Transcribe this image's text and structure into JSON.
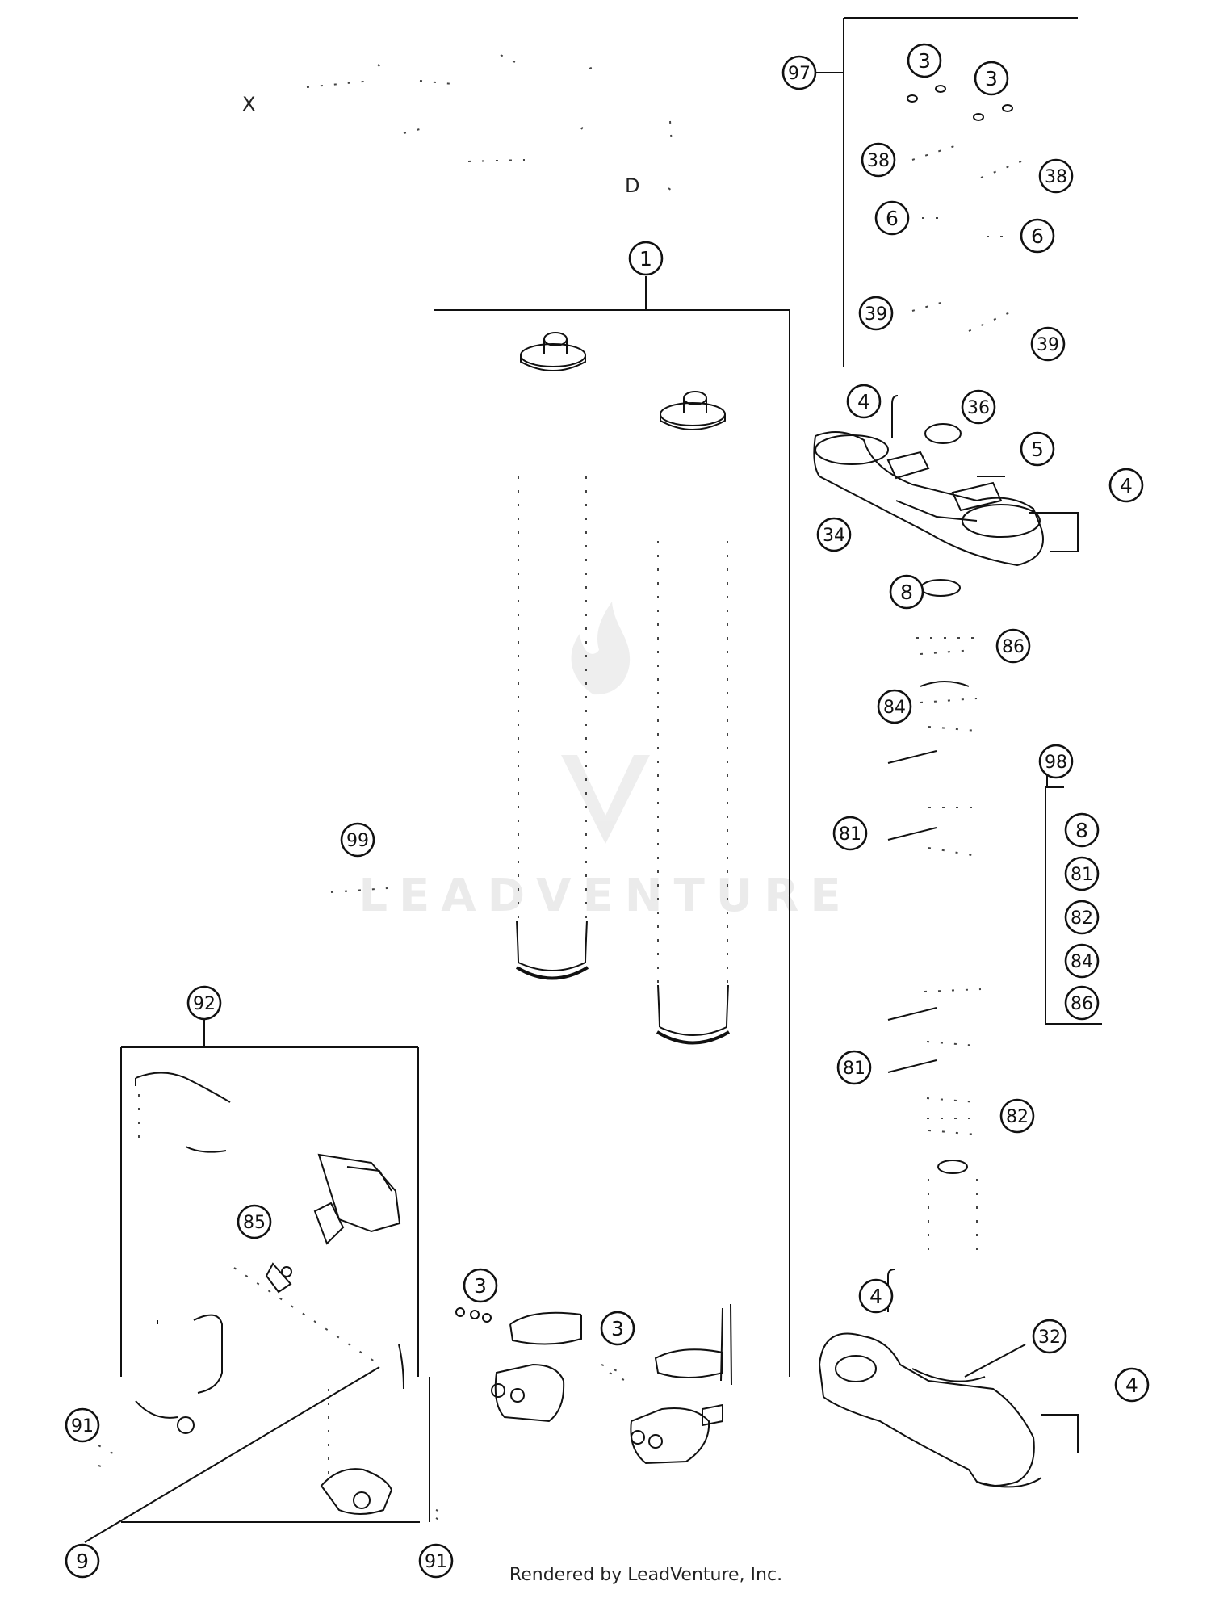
{
  "diagram": {
    "callouts": {
      "c1": "1",
      "c3a": "3",
      "c3b": "3",
      "c3c": "3",
      "c3d": "3",
      "c4a": "4",
      "c4b": "4",
      "c4c": "4",
      "c4d": "4",
      "c5": "5",
      "c6a": "6",
      "c6b": "6",
      "c8a": "8",
      "c8b": "8",
      "c9": "9",
      "c32": "32",
      "c34": "34",
      "c36": "36",
      "c38a": "38",
      "c38b": "38",
      "c39a": "39",
      "c39b": "39",
      "c81a": "81",
      "c81b": "81",
      "c81c": "81",
      "c82a": "82",
      "c82b": "82",
      "c84a": "84",
      "c84b": "84",
      "c85": "85",
      "c86a": "86",
      "c86b": "86",
      "c91a": "91",
      "c91b": "91",
      "c92": "92",
      "c97": "97",
      "c98": "98",
      "c99": "99"
    },
    "letters": {
      "x_mark": "X",
      "d_mark": "D"
    },
    "watermark": "LEADVENTURE",
    "footer": "Rendered by LeadVenture, Inc."
  }
}
